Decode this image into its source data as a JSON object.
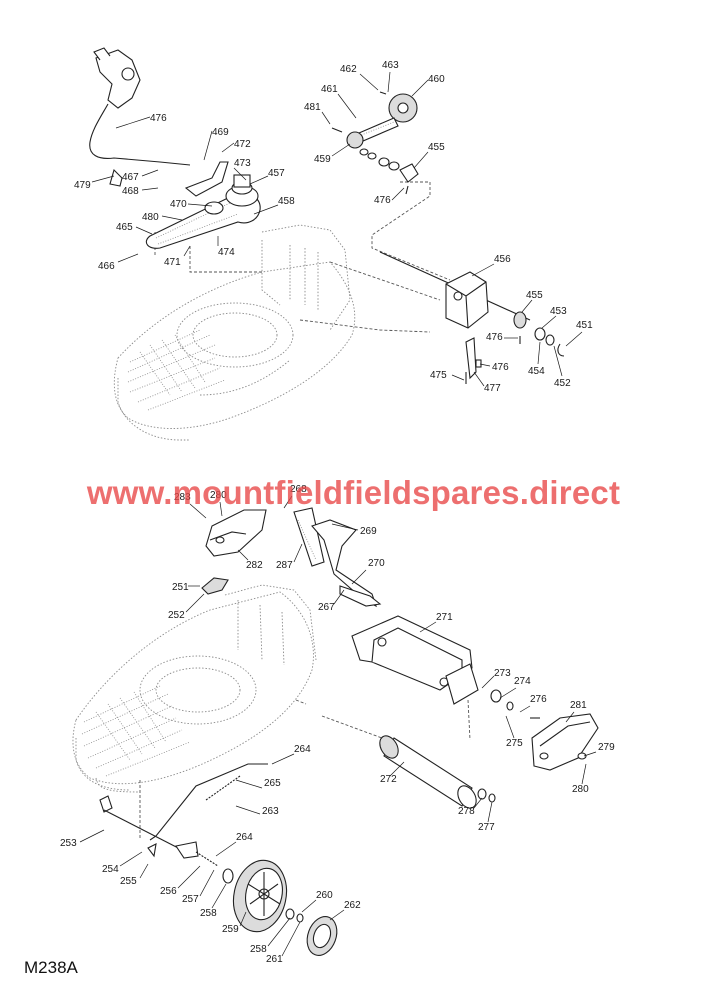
{
  "watermark": "www.mountfieldfieldspares.direct",
  "diagram_code": "M238A",
  "callouts": [
    "476",
    "469",
    "472",
    "479",
    "467",
    "468",
    "473",
    "457",
    "470",
    "458",
    "480",
    "465",
    "474",
    "471",
    "466",
    "462",
    "463",
    "461",
    "460",
    "481",
    "459",
    "455",
    "476",
    "456",
    "455",
    "453",
    "451",
    "476",
    "454",
    "476",
    "452",
    "475",
    "477",
    "283",
    "280",
    "268",
    "269",
    "282",
    "287",
    "270",
    "251",
    "252",
    "267",
    "271",
    "273",
    "274",
    "276",
    "281",
    "275",
    "279",
    "280",
    "264",
    "265",
    "263",
    "272",
    "278",
    "277",
    "253",
    "264",
    "254",
    "255",
    "256",
    "257",
    "258",
    "259",
    "260",
    "262",
    "258",
    "261"
  ]
}
